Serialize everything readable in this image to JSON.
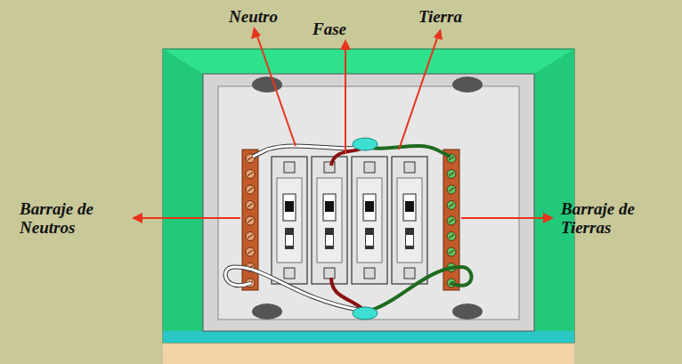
{
  "diagram": {
    "labels": [
      "Neutro",
      "Fase",
      "Tierra",
      "Barraje de Neutros",
      "Barraje de Tierras"
    ]
  }
}
